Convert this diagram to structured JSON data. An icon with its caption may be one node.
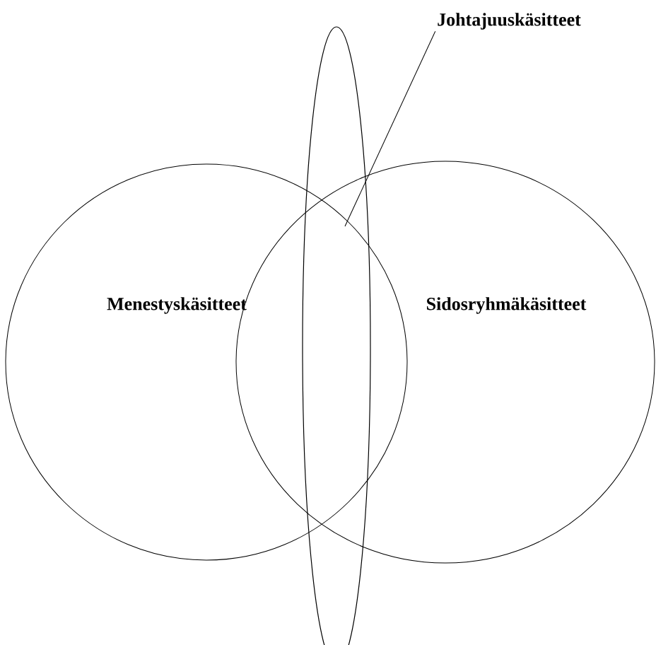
{
  "diagram": {
    "nodes": [
      {
        "text": [
          "Menestyskäsitteet"
        ]
      },
      {
        "text": [
          "Sidosryhmäkäsitteet"
        ]
      },
      {
        "text": [],
        "shape": "ellipse"
      },
      {
        "text": [
          "Johtajuuskäsitteet"
        ]
      }
    ],
    "edges": [
      {
        "from": 3,
        "to": 2,
        "arrow": "none"
      }
    ]
  }
}
